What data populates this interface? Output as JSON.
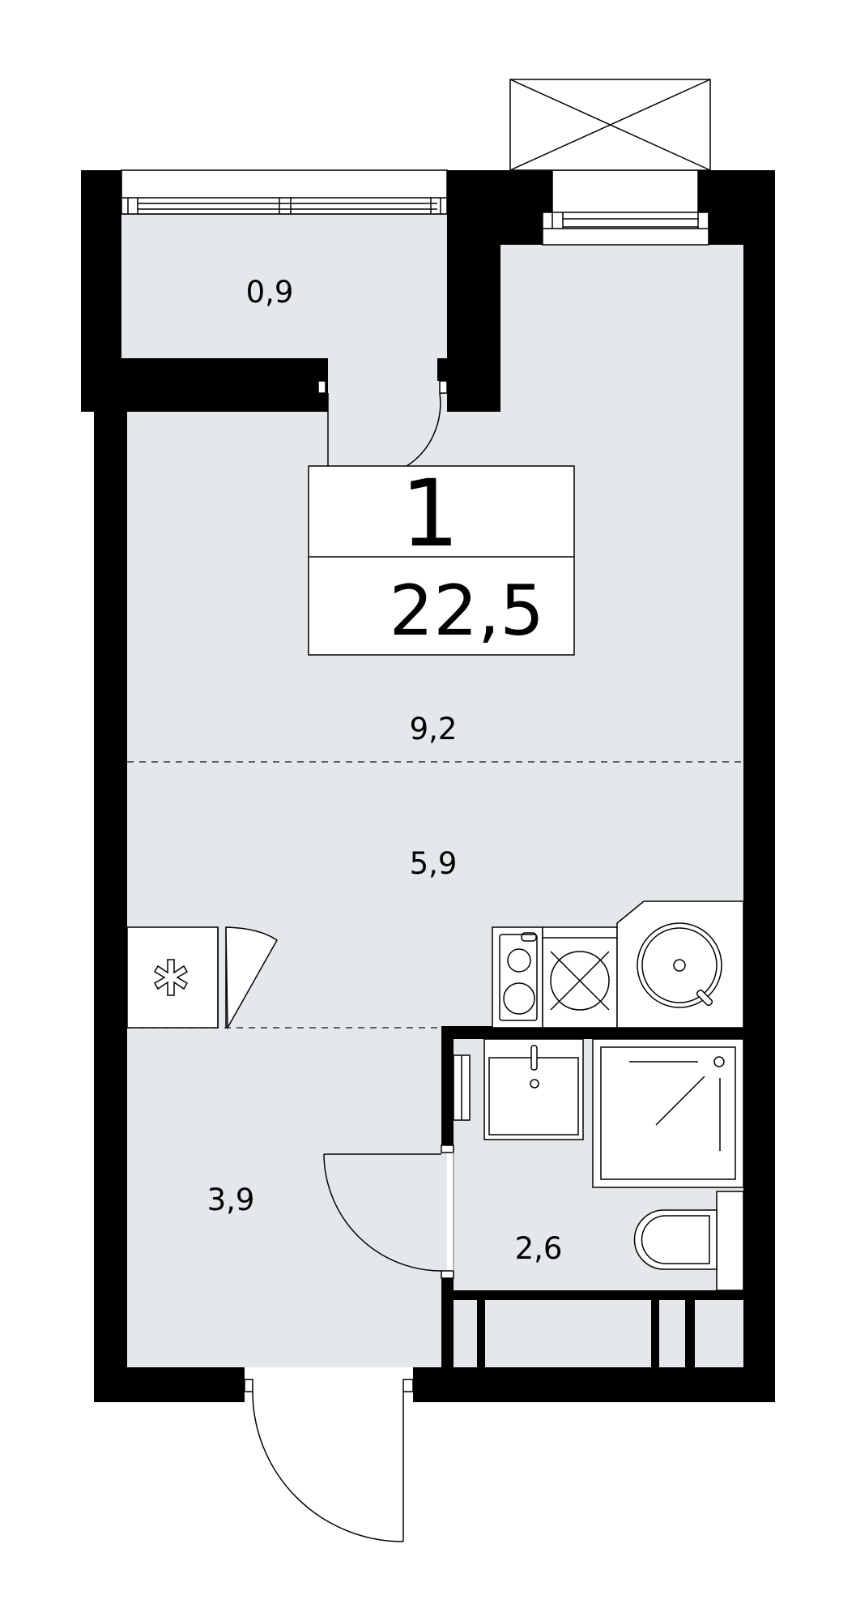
{
  "apartment": {
    "rooms_count": "1",
    "total_area": "22,5"
  },
  "rooms": [
    {
      "id": "balcony",
      "area": "0,9"
    },
    {
      "id": "living",
      "area": "9,2"
    },
    {
      "id": "kitchen",
      "area": "5,9"
    },
    {
      "id": "hallway",
      "area": "3,9"
    },
    {
      "id": "bathroom",
      "area": "2,6"
    }
  ],
  "icons": {
    "ac_unit": "snowflake-icon"
  },
  "colors": {
    "floor": "#e5e8eb",
    "wall": "#000000",
    "background": "#ffffff"
  }
}
